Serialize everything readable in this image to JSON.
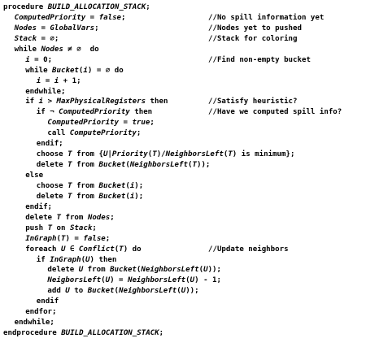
{
  "listing": {
    "lines": [
      {
        "indent": 0,
        "segs": [
          {
            "t": "procedure "
          },
          {
            "t": "BUILD_ALLOCATION_STACK",
            "i": true
          },
          {
            "t": ";"
          }
        ]
      },
      {
        "indent": 1,
        "segs": [
          {
            "t": "ComputedPriority",
            "i": true
          },
          {
            "t": " = "
          },
          {
            "t": "false",
            "i": true
          },
          {
            "t": ";"
          }
        ],
        "comment": "//No spill information yet"
      },
      {
        "indent": 1,
        "segs": [
          {
            "t": "Nodes",
            "i": true
          },
          {
            "t": " = "
          },
          {
            "t": "GlobalVars",
            "i": true
          },
          {
            "t": ";"
          }
        ],
        "comment": "//Nodes yet to pushed"
      },
      {
        "indent": 1,
        "segs": [
          {
            "t": "Stack",
            "i": true
          },
          {
            "t": " = ∅;"
          }
        ],
        "comment": "//Stack for coloring"
      },
      {
        "indent": 1,
        "segs": [
          {
            "t": "while "
          },
          {
            "t": "Nodes",
            "i": true
          },
          {
            "t": " ≠ ∅  do"
          }
        ]
      },
      {
        "indent": 2,
        "segs": [
          {
            "t": "i",
            "i": true
          },
          {
            "t": " = 0;"
          }
        ],
        "comment": "//Find non-empty bucket"
      },
      {
        "indent": 2,
        "segs": [
          {
            "t": "while "
          },
          {
            "t": "Bucket",
            "i": true
          },
          {
            "t": "("
          },
          {
            "t": "i",
            "i": true
          },
          {
            "t": ") = ∅ do"
          }
        ]
      },
      {
        "indent": 3,
        "segs": [
          {
            "t": "i",
            "i": true
          },
          {
            "t": " = "
          },
          {
            "t": "i",
            "i": true
          },
          {
            "t": " + 1;"
          }
        ]
      },
      {
        "indent": 2,
        "segs": [
          {
            "t": "endwhile;"
          }
        ]
      },
      {
        "indent": 2,
        "segs": [
          {
            "t": "if "
          },
          {
            "t": "i",
            "i": true
          },
          {
            "t": " > "
          },
          {
            "t": "MaxPhysicalRegisters",
            "i": true
          },
          {
            "t": " then"
          }
        ],
        "comment": "//Satisfy heuristic?"
      },
      {
        "indent": 3,
        "segs": [
          {
            "t": "if ¬ "
          },
          {
            "t": "ComputedPriority",
            "i": true
          },
          {
            "t": " then"
          }
        ],
        "comment": "//Have we computed spill info?"
      },
      {
        "indent": 4,
        "segs": [
          {
            "t": "ComputedPriority",
            "i": true
          },
          {
            "t": " = "
          },
          {
            "t": "true",
            "i": true
          },
          {
            "t": ";"
          }
        ]
      },
      {
        "indent": 4,
        "segs": [
          {
            "t": "call "
          },
          {
            "t": "ComputePriority",
            "i": true
          },
          {
            "t": ";"
          }
        ]
      },
      {
        "indent": 3,
        "segs": [
          {
            "t": "endif;"
          }
        ]
      },
      {
        "indent": 3,
        "segs": [
          {
            "t": "choose "
          },
          {
            "t": "T",
            "i": true
          },
          {
            "t": " from {"
          },
          {
            "t": "U",
            "i": true
          },
          {
            "t": "|"
          },
          {
            "t": "Priority",
            "i": true
          },
          {
            "t": "("
          },
          {
            "t": "T",
            "i": true
          },
          {
            "t": ")/"
          },
          {
            "t": "NeighborsLeft",
            "i": true
          },
          {
            "t": "("
          },
          {
            "t": "T",
            "i": true
          },
          {
            "t": ") is minimum};"
          }
        ]
      },
      {
        "indent": 3,
        "segs": [
          {
            "t": "delete "
          },
          {
            "t": "T",
            "i": true
          },
          {
            "t": " from "
          },
          {
            "t": "Bucket",
            "i": true
          },
          {
            "t": "("
          },
          {
            "t": "NeighborsLeft",
            "i": true
          },
          {
            "t": "("
          },
          {
            "t": "T",
            "i": true
          },
          {
            "t": "));"
          }
        ]
      },
      {
        "indent": 2,
        "segs": [
          {
            "t": "else"
          }
        ]
      },
      {
        "indent": 3,
        "segs": [
          {
            "t": "choose "
          },
          {
            "t": "T",
            "i": true
          },
          {
            "t": " from "
          },
          {
            "t": "Bucket",
            "i": true
          },
          {
            "t": "("
          },
          {
            "t": "i",
            "i": true
          },
          {
            "t": ");"
          }
        ]
      },
      {
        "indent": 3,
        "segs": [
          {
            "t": "delete "
          },
          {
            "t": "T",
            "i": true
          },
          {
            "t": " from "
          },
          {
            "t": "Bucket",
            "i": true
          },
          {
            "t": "("
          },
          {
            "t": "i",
            "i": true
          },
          {
            "t": ");"
          }
        ]
      },
      {
        "indent": 2,
        "segs": [
          {
            "t": "endif;"
          }
        ]
      },
      {
        "indent": 2,
        "segs": [
          {
            "t": "delete "
          },
          {
            "t": "T",
            "i": true
          },
          {
            "t": " from "
          },
          {
            "t": "Nodes",
            "i": true
          },
          {
            "t": ";"
          }
        ]
      },
      {
        "indent": 2,
        "segs": [
          {
            "t": "push "
          },
          {
            "t": "T",
            "i": true
          },
          {
            "t": " on "
          },
          {
            "t": "Stack",
            "i": true
          },
          {
            "t": ";"
          }
        ]
      },
      {
        "indent": 2,
        "segs": [
          {
            "t": "InGraph",
            "i": true
          },
          {
            "t": "("
          },
          {
            "t": "T",
            "i": true
          },
          {
            "t": ") = "
          },
          {
            "t": "false",
            "i": true
          },
          {
            "t": ";"
          }
        ]
      },
      {
        "indent": 2,
        "segs": [
          {
            "t": "foreach "
          },
          {
            "t": "U",
            "i": true
          },
          {
            "t": " ∈ "
          },
          {
            "t": "Conflict",
            "i": true
          },
          {
            "t": "("
          },
          {
            "t": "T",
            "i": true
          },
          {
            "t": ") do"
          }
        ],
        "comment": "//Update neighbors"
      },
      {
        "indent": 3,
        "segs": [
          {
            "t": "if "
          },
          {
            "t": "InGraph",
            "i": true
          },
          {
            "t": "("
          },
          {
            "t": "U",
            "i": true
          },
          {
            "t": ") then"
          }
        ]
      },
      {
        "indent": 4,
        "segs": [
          {
            "t": "delete "
          },
          {
            "t": "U",
            "i": true
          },
          {
            "t": " from "
          },
          {
            "t": "Bucket",
            "i": true
          },
          {
            "t": "("
          },
          {
            "t": "NeighborsLeft",
            "i": true
          },
          {
            "t": "("
          },
          {
            "t": "U",
            "i": true
          },
          {
            "t": "));"
          }
        ]
      },
      {
        "indent": 4,
        "segs": [
          {
            "t": "NeigborsLeft",
            "i": true
          },
          {
            "t": "("
          },
          {
            "t": "U",
            "i": true
          },
          {
            "t": ") = "
          },
          {
            "t": "NeighborsLeft",
            "i": true
          },
          {
            "t": "("
          },
          {
            "t": "U",
            "i": true
          },
          {
            "t": ") - 1;"
          }
        ]
      },
      {
        "indent": 4,
        "segs": [
          {
            "t": "add "
          },
          {
            "t": "U",
            "i": true
          },
          {
            "t": " to "
          },
          {
            "t": "Bucket",
            "i": true
          },
          {
            "t": "("
          },
          {
            "t": "NeighborsLeft",
            "i": true
          },
          {
            "t": "("
          },
          {
            "t": "U",
            "i": true
          },
          {
            "t": "));"
          }
        ]
      },
      {
        "indent": 3,
        "segs": [
          {
            "t": "endif"
          }
        ]
      },
      {
        "indent": 2,
        "segs": [
          {
            "t": "endfor;"
          }
        ]
      },
      {
        "indent": 1,
        "segs": [
          {
            "t": "endwhile;"
          }
        ]
      },
      {
        "indent": 0,
        "segs": [
          {
            "t": "endprocedure "
          },
          {
            "t": "BUILD_ALLOCATION_STACK",
            "i": true
          },
          {
            "t": ";"
          }
        ]
      }
    ]
  }
}
